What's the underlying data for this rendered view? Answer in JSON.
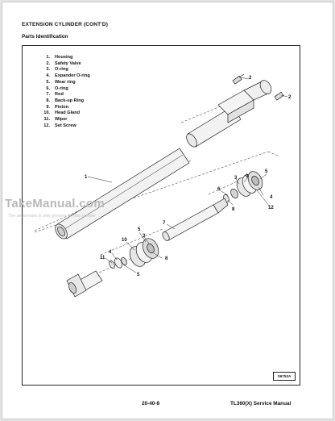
{
  "header": {
    "title": "EXTENSION CYLINDER (CONT'D)",
    "subtitle": "Parts Identification"
  },
  "parts": [
    {
      "num": "1.",
      "name": "Housing"
    },
    {
      "num": "2.",
      "name": "Safety Valve"
    },
    {
      "num": "3.",
      "name": "O-ring"
    },
    {
      "num": "4.",
      "name": "Expander O-ring"
    },
    {
      "num": "5.",
      "name": "Wear ring"
    },
    {
      "num": "6.",
      "name": "O-ring"
    },
    {
      "num": "7.",
      "name": "Rod"
    },
    {
      "num": "8.",
      "name": "Back-up Ring"
    },
    {
      "num": "9.",
      "name": "Piston"
    },
    {
      "num": "10.",
      "name": "Head Gland"
    },
    {
      "num": "11.",
      "name": "Wiper"
    },
    {
      "num": "12.",
      "name": "Set Screw"
    }
  ],
  "callouts": {
    "c2a": "2",
    "c2b": "2",
    "c1": "1",
    "c5a": "5",
    "c9a": "9",
    "c3a": "3",
    "c6": "6",
    "c4a": "4",
    "c8a": "8",
    "c12": "12",
    "c7": "7",
    "c5b": "5",
    "c10": "10",
    "c3b": "3",
    "c8b": "8",
    "c4b": "4",
    "c11": "11",
    "c5c": "5"
  },
  "illustration_code": "S6753A",
  "watermark": {
    "text": "TakeManual.com",
    "note": "The watermark is only present on this sample"
  },
  "footer": {
    "page_number": "20-40-8",
    "manual": "TL360(X) Service Manual"
  }
}
